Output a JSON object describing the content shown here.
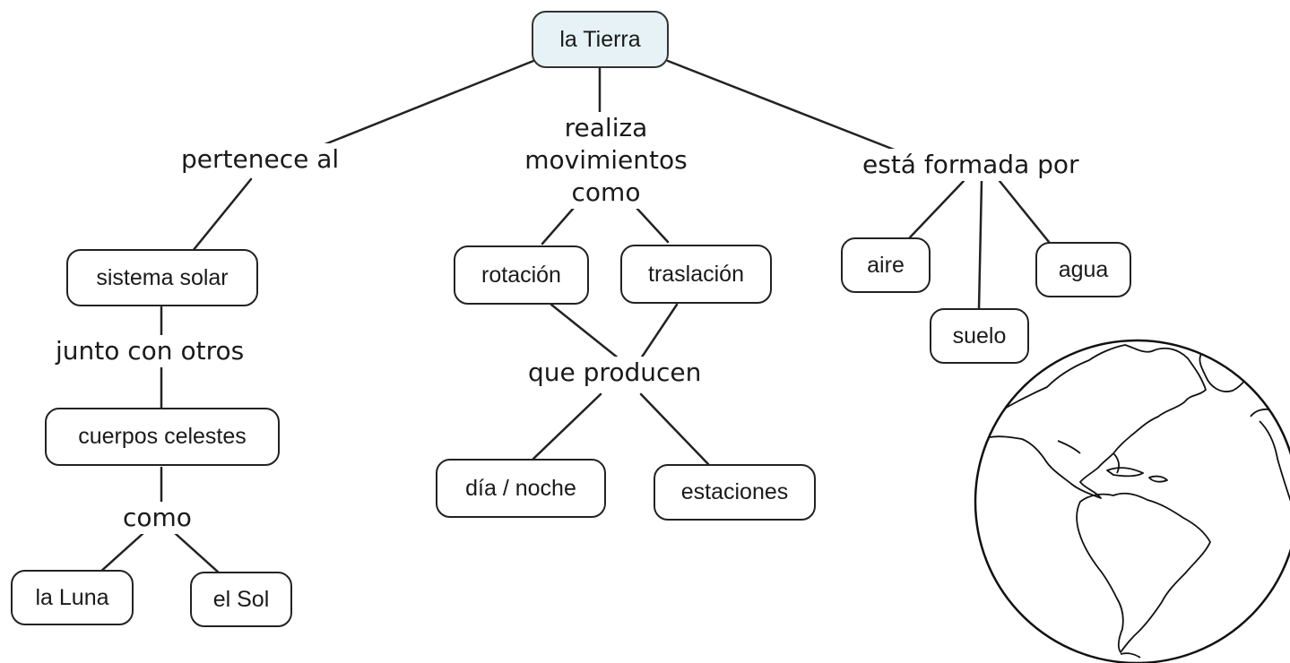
{
  "concept_map": {
    "root": "la Tierra",
    "links": {
      "pertenece": "pertenece al",
      "movimientos": [
        "realiza",
        "movimientos",
        "como"
      ],
      "formada": "está formada por",
      "junto": "junto con otros",
      "como": "como",
      "producen": "que producen"
    },
    "concepts": {
      "sistema_solar": "sistema solar",
      "cuerpos_celestes": "cuerpos celestes",
      "la_luna": "la Luna",
      "el_sol": "el Sol",
      "rotacion": "rotación",
      "traslacion": "traslación",
      "dia_noche": "día / noche",
      "estaciones": "estaciones",
      "aire": "aire",
      "suelo": "suelo",
      "agua": "agua"
    }
  },
  "colors": {
    "root_fill": "#e6f2f6",
    "line": "#222222"
  },
  "illustration": "globe-americas"
}
